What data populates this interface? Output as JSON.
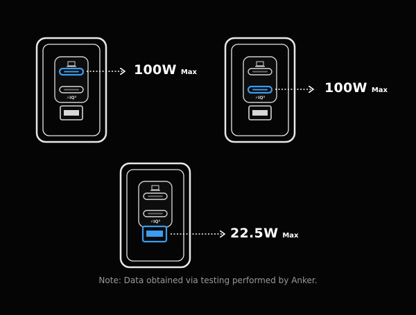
{
  "chargers": [
    {
      "active_port": "usb-c-top",
      "output": {
        "value": "100W",
        "unit_note": "Max"
      },
      "ports": [
        {
          "type": "USB-C",
          "icon": "laptop-icon",
          "highlighted": true
        },
        {
          "type": "USB-C",
          "badge": "PIQ3",
          "highlighted": false
        },
        {
          "type": "USB-A",
          "highlighted": false
        }
      ]
    },
    {
      "active_port": "usb-c-middle",
      "output": {
        "value": "100W",
        "unit_note": "Max"
      },
      "ports": [
        {
          "type": "USB-C",
          "icon": "laptop-icon",
          "highlighted": false
        },
        {
          "type": "USB-C",
          "badge": "PIQ3",
          "highlighted": true
        },
        {
          "type": "USB-A",
          "highlighted": false
        }
      ]
    },
    {
      "active_port": "usb-a",
      "output": {
        "value": "22.5W",
        "unit_note": "Max"
      },
      "ports": [
        {
          "type": "USB-C",
          "icon": "laptop-icon",
          "highlighted": false
        },
        {
          "type": "USB-C",
          "badge": "PIQ3",
          "highlighted": false
        },
        {
          "type": "USB-A",
          "highlighted": true
        }
      ]
    }
  ],
  "colors": {
    "background": "#050505",
    "outline": "#e8e8e8",
    "highlight": "#3a9df0",
    "text": "#ffffff",
    "note_text": "#9a9a9a"
  },
  "note": "Note: Data obtained via testing performed by Anker."
}
